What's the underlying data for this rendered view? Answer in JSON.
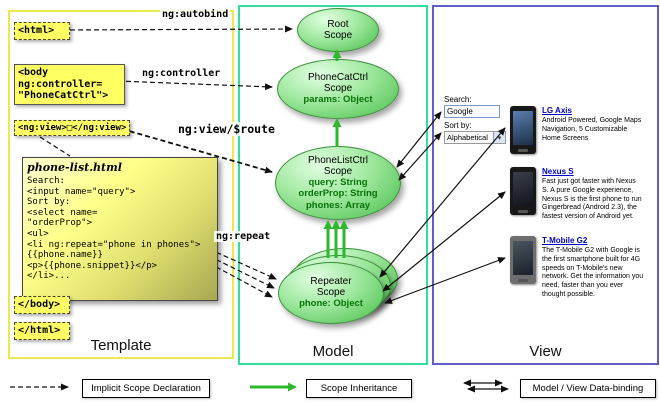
{
  "panels": {
    "template": {
      "label": "Template"
    },
    "model": {
      "label": "Model"
    },
    "view": {
      "label": "View"
    }
  },
  "template": {
    "html_open": "<html>",
    "body_open": "<body\nng:controller=\n\"PhoneCatCtrl\">",
    "ng_view": "<ng:view>□</ng:view>",
    "phone_list": {
      "title": "phone-list.html",
      "code": "Search:\n<input name=\"query\">\nSort by:\n<select name=\n\"orderProp\">\n<ul>\n<li ng:repeat=\"phone in phones\">\n{{phone.name}}\n<p>{{phone.snippet}}</p>\n</li>..."
    },
    "body_close": "</body>",
    "html_close": "</html>"
  },
  "arrow_labels": {
    "autobind": "ng:autobind",
    "controller": "ng:controller",
    "view_route": "ng:view/$route",
    "repeat": "ng:repeat"
  },
  "model": {
    "root": {
      "name": "Root\nScope"
    },
    "phonecat": {
      "name": "PhoneCatCtrl\nScope",
      "prop": "params: Object"
    },
    "phonelist": {
      "name": "PhoneListCtrl\nScope",
      "props": [
        "query: String",
        "orderProp: String",
        "phones: Array"
      ]
    },
    "repeater": {
      "name": "Repeater\nScope",
      "prop": "phone: Object"
    }
  },
  "view": {
    "search_label": "Search:",
    "search_value": "Google",
    "sort_label": "Sort by:",
    "sort_value": "Alphabetical",
    "phones": [
      {
        "name": "LG Axis",
        "desc": "Android Powered, Google Maps Navigation, 5 Customizable Home Screens"
      },
      {
        "name": "Nexus S",
        "desc": "Fast just got faster with Nexus S. A pure Google experience, Nexus S is the first phone to run Gingerbread (Android 2.3), the fastest version of Android yet."
      },
      {
        "name": "T-Mobile G2",
        "desc": "The T-Mobile G2 with Google is the first smartphone built for 4G speeds on T-Mobile's new network. Get the information you need, faster than you ever thought possible."
      }
    ]
  },
  "legend": {
    "items": [
      {
        "type": "dashed-arrow",
        "label": "Implicit Scope Declaration"
      },
      {
        "type": "green-arrow",
        "label": "Scope Inheritance"
      },
      {
        "type": "double-arrow",
        "label": "Model / View Data-binding"
      }
    ]
  },
  "colors": {
    "template_border": "#ebe94e",
    "model_border": "#35dd9b",
    "view_border": "#5e5ecb",
    "code_box_bg": "#ffff63",
    "scope_fill": "#66cc66",
    "scope_prop_text": "#067306",
    "inheritance_green": "#2db82d",
    "link_blue": "#0000cc"
  }
}
